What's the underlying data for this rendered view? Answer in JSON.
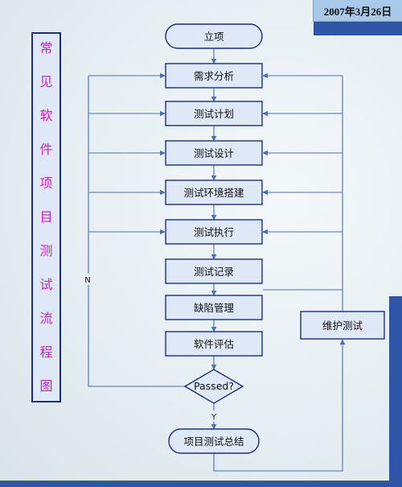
{
  "header": {
    "date": "2007年3月26日"
  },
  "title": {
    "chars": [
      "常",
      "见",
      "软",
      "件",
      "项",
      "目",
      "测",
      "试",
      "流",
      "程",
      "图"
    ]
  },
  "nodes": {
    "start": "立项",
    "req": "需求分析",
    "plan": "测试计划",
    "design": "测试设计",
    "env": "测试环境搭建",
    "exec": "测试执行",
    "record": "测试记录",
    "defect": "缺陷管理",
    "eval": "软件评估",
    "decision": "Passed?",
    "summary": "项目测试总结",
    "maint": "维护测试"
  },
  "labels": {
    "no": "N",
    "yes": "Y"
  },
  "colors": {
    "title_text": "#d11ccf",
    "border": "#1a2e80",
    "fill": "#dfe8f6",
    "edge": "#4a6fb5",
    "band": "#2f56a6"
  }
}
